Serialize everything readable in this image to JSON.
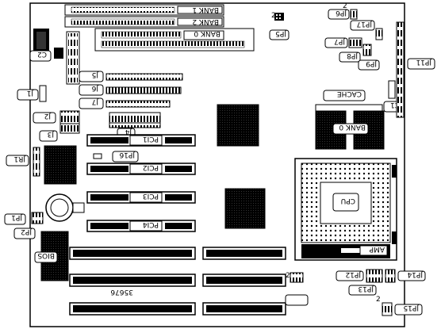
{
  "board": {
    "part_number": "35676",
    "components": {
      "bank1": "BANK 1",
      "bank2": "BANK 2",
      "bank0_simm": "BANK 0",
      "bank0_cache": "BANK 0",
      "cache": "CACHE",
      "cpu": "CPU",
      "amp": "AMP",
      "bios": "BIOS",
      "pci1": "PCI1",
      "pci2": "PCI2",
      "pci3": "PCI3",
      "pci4": "PCI4"
    },
    "jumpers": {
      "jp1": "JP1",
      "jp2": "JP2",
      "jp5": "JP5",
      "jp6": "JP6",
      "jp7": "JP7",
      "jp8": "JP8",
      "jp9": "JP9",
      "jp11": "JP11",
      "jp12": "JP12",
      "jp13": "JP13",
      "jp14": "JP14",
      "jp15": "JP15",
      "jp16": "JP16",
      "jp17": "JP17",
      "j1": "J1",
      "j2": "J2",
      "j3": "J3",
      "j4": "J4",
      "j5": "J5",
      "j6": "J6",
      "j7": "J7",
      "c1": "C1",
      "c2": "C2",
      "jr1": "JR1"
    },
    "pin_marks": {
      "jp5_pin": "2",
      "jp6_pin": "2",
      "jp4_pin": "2",
      "jp15_pin": "2"
    }
  }
}
